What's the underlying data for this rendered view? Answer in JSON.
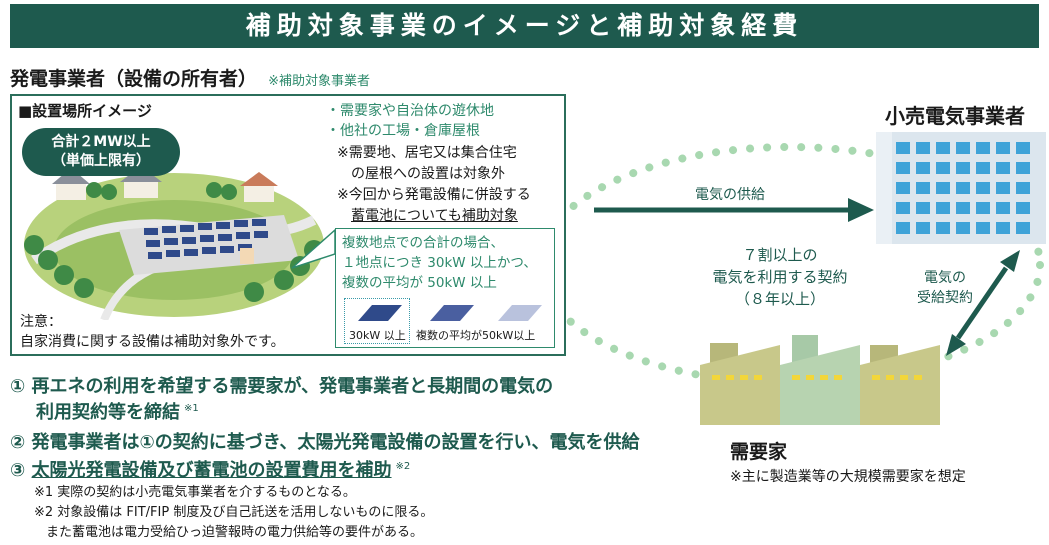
{
  "header": {
    "title": "補助対象事業のイメージと補助対象経費"
  },
  "owner": {
    "title": "発電事業者（設備の所有者）",
    "note": "※補助対象事業者"
  },
  "site_box": {
    "heading": "■設置場所イメージ",
    "badge_line1": "合計２MW以上",
    "badge_line2": "（単価上限有）",
    "bullets": [
      "・需要家や自治体の遊休地",
      "・他社の工場・倉庫屋根"
    ],
    "remarks": [
      "※需要地、居宅又は集合住宅",
      "の屋根への設置は対象外",
      "※今回から発電設備に併設する",
      "蓄電池についても補助対象"
    ],
    "caution_label": "注意：",
    "caution_text": "自家消費に関する設備は補助対象外です。",
    "multi_lines": [
      "複数地点での合計の場合、",
      "１地点につき 30kW 以上かつ、",
      "複数の平均が 50kW 以上"
    ],
    "panel_label_1": "30kW 以上",
    "panel_label_2": "複数の平均が50kW以上"
  },
  "retailer": {
    "title": "小売電気事業者"
  },
  "flow": {
    "supply_label": "電気の供給",
    "contract_lines": [
      "７割以上の",
      "電気を利用する契約",
      "（８年以上）"
    ],
    "receive_lines": [
      "電気の",
      "受給契約"
    ]
  },
  "customer": {
    "title": "需要家",
    "note": "※主に製造業等の大規模需要家を想定"
  },
  "steps": [
    {
      "num": "①",
      "line1": "再エネの利用を希望する需要家が、発電事業者と長期間の電気の",
      "line2": "利用契約等を締結",
      "sup": "※1"
    },
    {
      "num": "②",
      "line1": "発電事業者は①の契約に基づき、太陽光発電設備の設置を行い、電気を供給"
    },
    {
      "num": "③",
      "line1": "太陽光発電設備及び蓄電池の設置費用を補助",
      "sup": "※2"
    }
  ],
  "footnotes": [
    "※1 実際の契約は小売電気事業者を介するものとなる。",
    "※2 対象設備は FIT/FIP 制度及び自己託送を活用しないものに限る。",
    "また蓄電池は電力受給ひっ迫警報時の電力供給等の要件がある。"
  ],
  "colors": {
    "header_bg": "#1e5a4e",
    "accent": "#2e8a6c",
    "dot": "#a8d8b0",
    "building": "#dce6ee",
    "window": "#3fa3d8",
    "factory": "#c8c88a"
  }
}
